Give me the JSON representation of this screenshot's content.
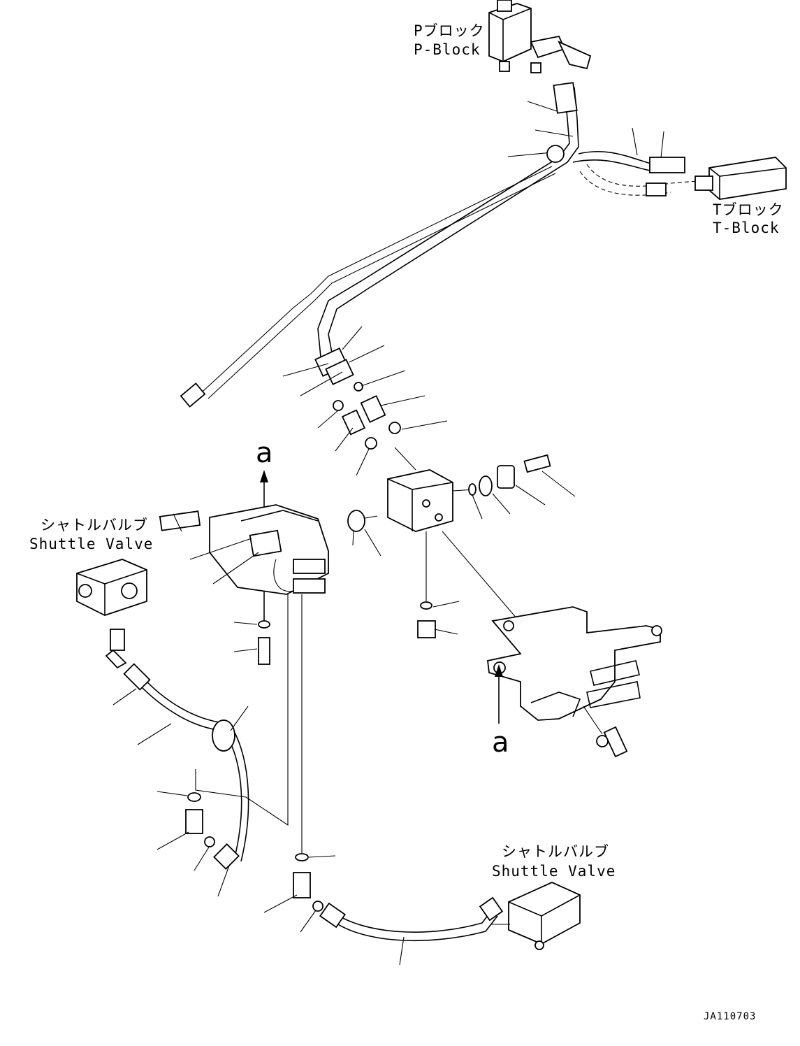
{
  "labels": {
    "p_block_jp": "Pブロック",
    "p_block_en": "P-Block",
    "t_block_jp": "Tブロック",
    "t_block_en": "T-Block",
    "shuttle_left_jp": "シャトルバルブ",
    "shuttle_left_en": "Shuttle Valve",
    "shuttle_right_jp": "シャトルバルブ",
    "shuttle_right_en": "Shuttle Valve",
    "ref_a_top": "a",
    "ref_a_bottom": "a",
    "drawing_id": "JA110703"
  }
}
